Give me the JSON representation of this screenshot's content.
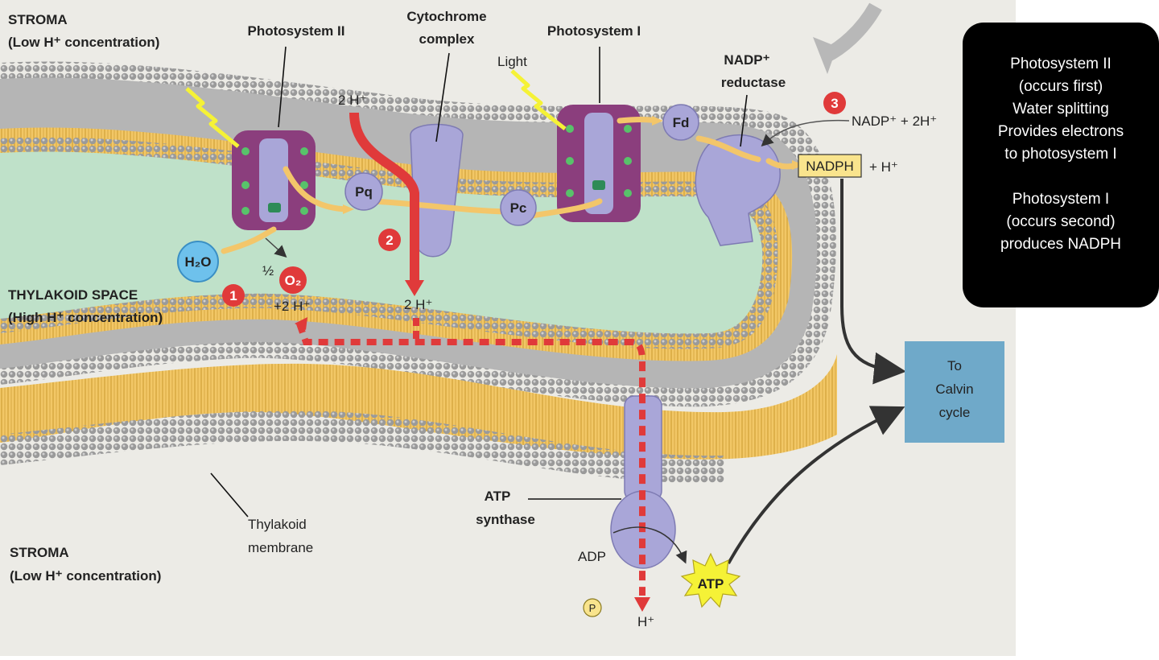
{
  "labels": {
    "stroma_top": "STROMA",
    "stroma_top_sub": "(Low H⁺ concentration)",
    "thylakoid_space": "THYLAKOID SPACE",
    "thylakoid_space_sub": "(High H⁺ concentration)",
    "stroma_bottom": "STROMA",
    "stroma_bottom_sub": "(Low H⁺ concentration)",
    "thylakoid_membrane_1": "Thylakoid",
    "thylakoid_membrane_2": "membrane"
  },
  "complexes": {
    "photosystem_ii": "Photosystem II",
    "cytochrome_1": "Cytochrome",
    "cytochrome_2": "complex",
    "photosystem_i": "Photosystem I",
    "nadp_reductase_1": "NADP⁺",
    "nadp_reductase_2": "reductase",
    "atp_synthase_1": "ATP",
    "atp_synthase_2": "synthase"
  },
  "carriers": {
    "pq": "Pq",
    "pc": "Pc",
    "fd": "Fd"
  },
  "molecules": {
    "light": "Light",
    "h2o": "H₂O",
    "half": "½",
    "o2": "O₂",
    "plus_2h": "+2 H⁺",
    "two_h_top": "2 H⁺",
    "two_h_mid": "2 H⁺",
    "nadp_plus_2h": "NADP⁺ + 2H⁺",
    "nadph": "NADPH",
    "plus_h": "+ H⁺",
    "adp": "ADP",
    "p": "P",
    "h_plus": "H⁺",
    "atp": "ATP"
  },
  "steps": [
    "1",
    "2",
    "3"
  ],
  "calvin": [
    "To",
    "Calvin",
    "cycle"
  ],
  "note": {
    "lines_a": [
      "Photosystem II",
      "(occurs first)",
      "Water splitting",
      "Provides electrons",
      "to photosystem I"
    ],
    "lines_b": [
      "Photosystem I",
      "(occurs second)",
      "produces NADPH"
    ]
  },
  "colors": {
    "background": "#ecebe6",
    "lumen": "#bfe1c9",
    "lipid_tail": "#f0c35a",
    "lipid_head": "#8f8f8f",
    "protein": "#a9a6d8",
    "photosystem": "#8b3e7d",
    "proton_arrow": "#e03a3a",
    "electron_path": "#f3c66a",
    "calvin_box": "#6fa9c9",
    "note_bg": "#000000"
  }
}
